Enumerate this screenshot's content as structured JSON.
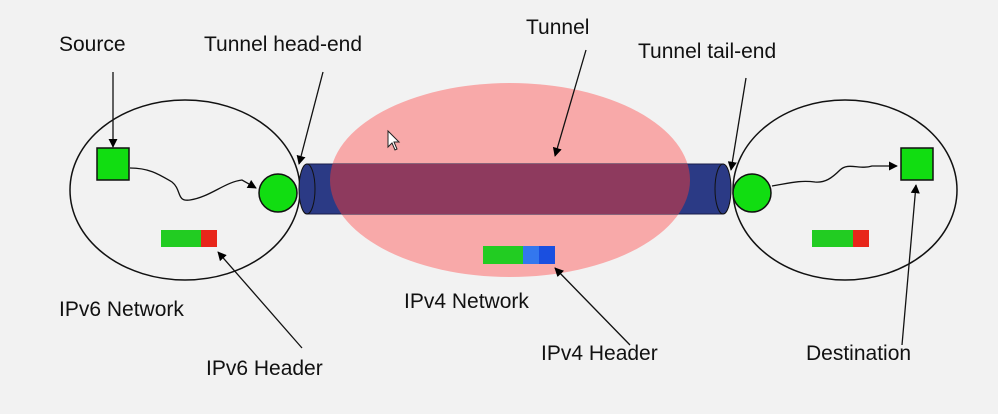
{
  "labels": {
    "source": "Source",
    "tunnel_head_end": "Tunnel head-end",
    "tunnel": "Tunnel",
    "tunnel_tail_end": "Tunnel tail-end",
    "ipv6_network": "IPv6 Network",
    "ipv4_network": "IPv4 Network",
    "ipv6_header": "IPv6 Header",
    "ipv4_header": "IPv4 Header",
    "destination": "Destination"
  },
  "colors": {
    "background": "#f2f2f2",
    "ipv4_cloud": "#f8a9a9",
    "tunnel_tube": "#2b3a85",
    "tunnel_overlap": "#8e3a5e",
    "node_green": "#11dd11",
    "header_green": "#22cc22",
    "header_red": "#e8261a",
    "header_blue": "#1a4fe0",
    "header_blue_light": "#3377ee",
    "outline": "#000000"
  }
}
